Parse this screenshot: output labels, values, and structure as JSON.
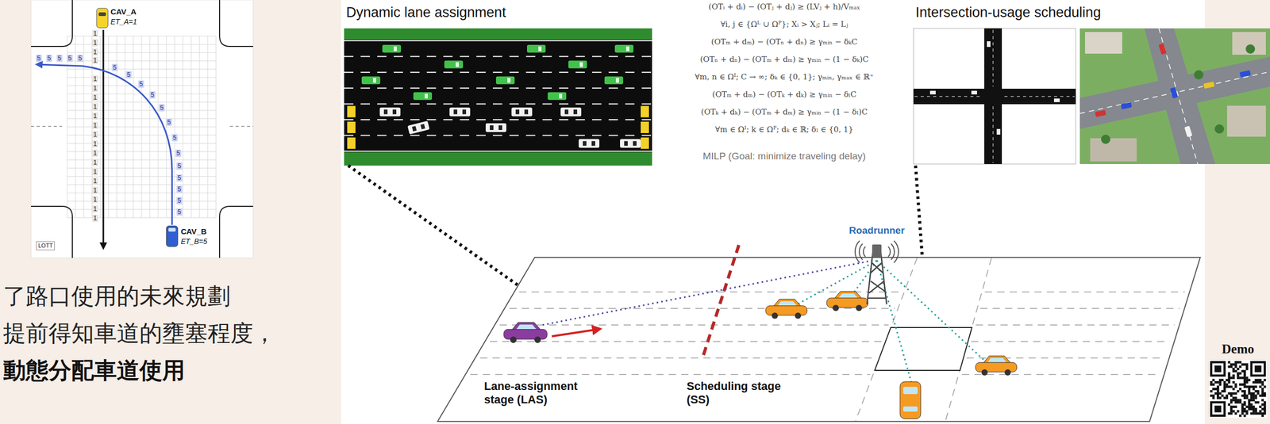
{
  "diagram": {
    "nodes": [
      {
        "text": [
          "Dynamic lane assignment"
        ]
      },
      {
        "text": [
          "Intersection-usage scheduling"
        ]
      },
      {
        "text": [
          "Lane-assignment stage (LAS)",
          "Scheduling stage (SS)"
        ]
      }
    ],
    "edges": [
      {
        "from": 0,
        "to": 2,
        "arrow": "none"
      },
      {
        "from": 1,
        "to": 2,
        "arrow": "none"
      }
    ],
    "labels": [
      "CAV_A",
      "ET_A=1",
      "CAV_B",
      "ET_B=5",
      "LOTT",
      "1",
      "1",
      "1",
      "1",
      "1",
      "1",
      "1",
      "1",
      "1",
      "1",
      "1",
      "1",
      "1",
      "1",
      "1",
      "1",
      "1",
      "1",
      "1",
      "1",
      "5",
      "5",
      "5",
      "5",
      "5",
      "5",
      "5",
      "5",
      "5",
      "5",
      "5",
      "5",
      "5",
      "5",
      "5",
      "5",
      "5",
      "5",
      "了路口使用的未來規劃",
      "提前得知車道的壅塞程度，",
      "動態分配車道使用",
      "(OTᵢ + dᵢ) − (OTⱼ + dⱼ) ≥ (LVⱼ + h)/Vₘₐₓ",
      "∀i, j ∈ {Ωᴸ ∪ Ωᴾ}; Xᵢ > Xⱼ; Lᵢ = Lⱼ",
      "(OTₘ + dₘ) − (OTₙ + dₙ) ≥ γₘᵢₙ − δₖC",
      "(OTₙ + dₙ) − (OTₘ + dₘ) ≥ γₘᵢₙ − (1 − δₖ)C",
      "∀m, n ∈ Ωᴵ; C → ∞; δₖ ∈ {0, 1}; γₘᵢₙ, γₘₐₓ ∈ ℝ⁺",
      "(OTₘ + dₘ) − (OTₖ + dₖ) ≥ γₘᵢₙ − δₗC",
      "(OTₖ + dₖ) − (OTₘ + dₘ) ≥ γₘᵢₙ − (1 − δₗ)C",
      "∀m ∈ Ωᴵ; k ∈ Ωᴾ; dₖ ∈ ℝ; δₗ ∈ {0, 1}",
      "MILP (Goal: minimize traveling delay)",
      "Roadrunner",
      "Demo"
    ]
  }
}
